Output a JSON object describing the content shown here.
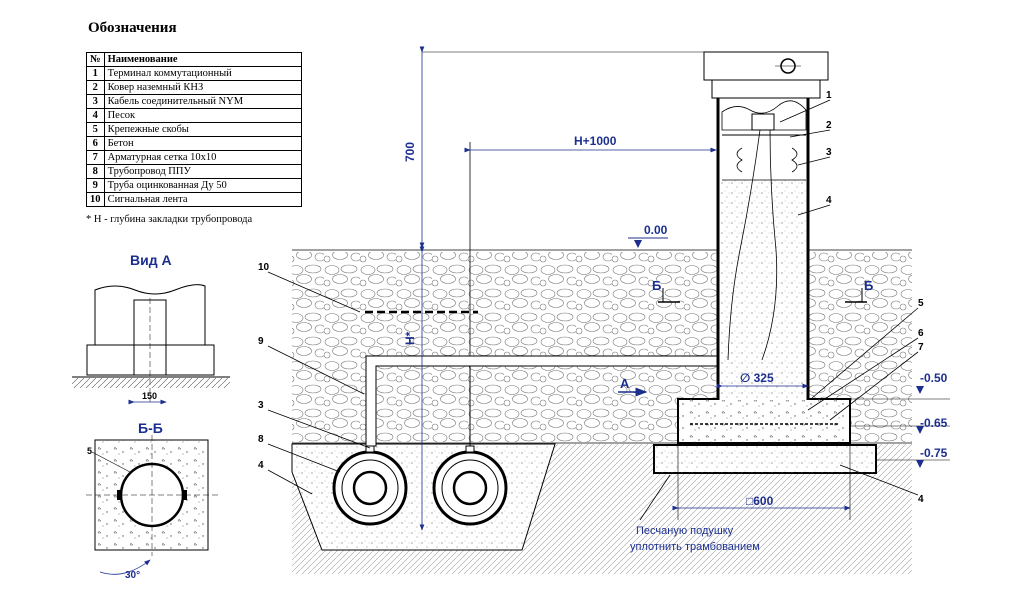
{
  "legend": {
    "title": "Обозначения",
    "header_num": "№",
    "header_name": "Наименование",
    "items": [
      {
        "num": "1",
        "name": "Терминал коммутационный"
      },
      {
        "num": "2",
        "name": "Ковер наземный КНЗ"
      },
      {
        "num": "3",
        "name": "Кабель соединительный NYM"
      },
      {
        "num": "4",
        "name": "Песок"
      },
      {
        "num": "5",
        "name": "Крепежные скобы"
      },
      {
        "num": "6",
        "name": "Бетон"
      },
      {
        "num": "7",
        "name": "Арматурная сетка 10х10"
      },
      {
        "num": "8",
        "name": "Трубопровод ППУ"
      },
      {
        "num": "9",
        "name": "Труба оцинкованная Ду 50"
      },
      {
        "num": "10",
        "name": "Сигнальная лента"
      }
    ],
    "note": "* Н - глубина закладки трубопровода"
  },
  "views": {
    "vid_a": "Вид А",
    "vid_a_dim": "150",
    "bb": "Б-Б",
    "bb_label5": "5",
    "bb_angle": "30°"
  },
  "labels": {
    "l1": "1",
    "l2": "2",
    "l3": "3",
    "l4": "4",
    "l5": "5",
    "l6": "6",
    "l7": "7",
    "l8": "8",
    "l9": "9",
    "l10": "10",
    "l3b": "3",
    "l4b": "4",
    "l4c": "4"
  },
  "dimensions": {
    "d700": "700",
    "h1000": "H+1000",
    "level0": "0.00",
    "hstar": "H*",
    "d325": "∅ 325",
    "sq600": "□600",
    "lv050": "-0.50",
    "lv065": "-0.65",
    "lv075": "-0.75"
  },
  "markers": {
    "b_left": "Б",
    "b_right": "Б",
    "a": "А"
  },
  "notes": {
    "sand_line1": "Песчаную подушку",
    "sand_line2": "уплотнить трамбованием"
  }
}
